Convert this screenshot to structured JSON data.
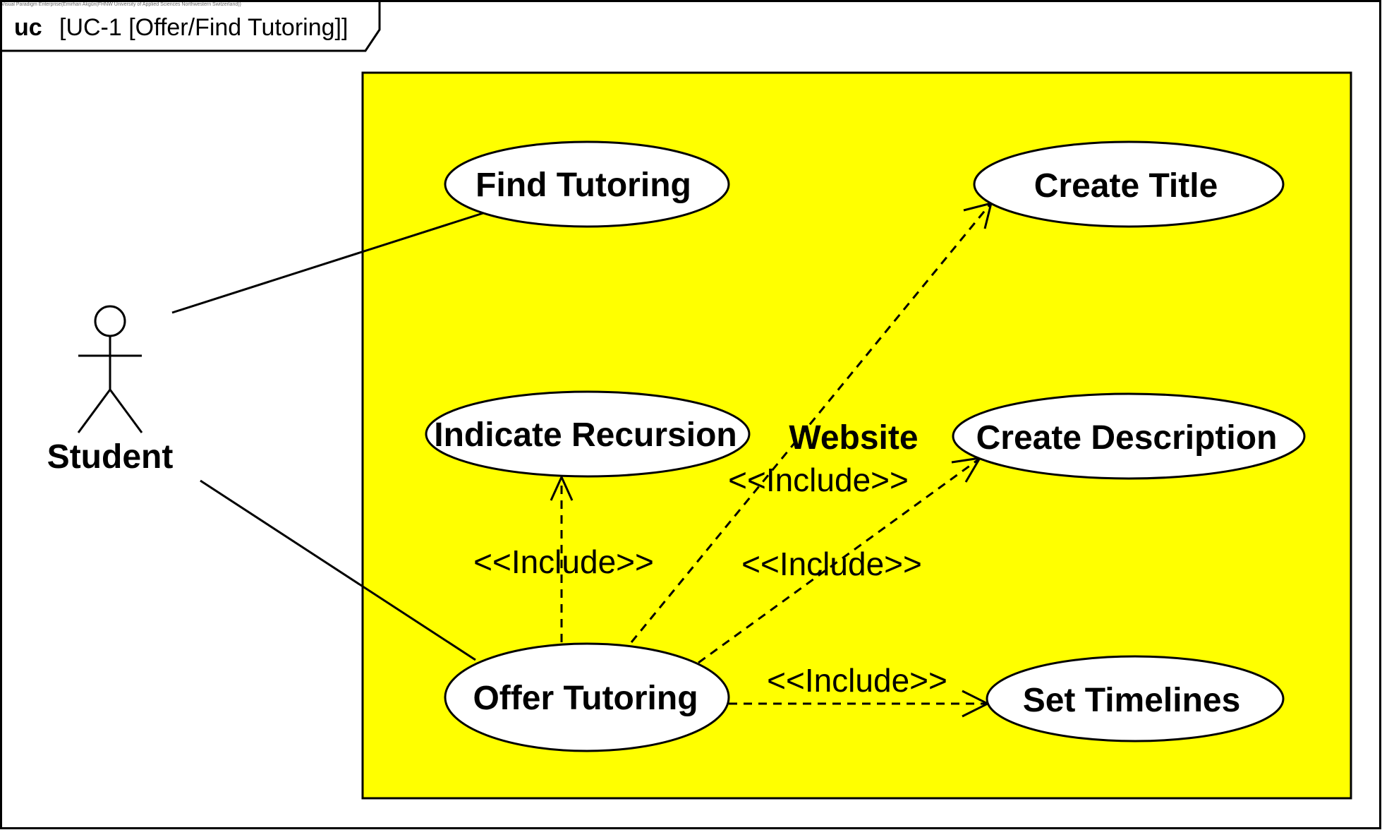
{
  "watermark": "Visual Paradigm Enterprise(Emirhan Akgün(FHNW University of Applied Sciences Northwestern Switzerland))",
  "frame": {
    "keyword": "uc",
    "name": "[UC-1 [Offer/Find Tutoring]]"
  },
  "system": {
    "name": "Website",
    "color": "#ffff00"
  },
  "actor": {
    "name": "Student"
  },
  "use_cases": {
    "find_tutoring": "Find Tutoring",
    "create_title": "Create Title",
    "indicate_recursion": "Indicate Recursion",
    "create_description": "Create Description",
    "offer_tutoring": "Offer Tutoring",
    "set_timelines": "Set Timelines"
  },
  "relationships": {
    "include_recursion": "<<Include>>",
    "include_title": "<<Include>>",
    "include_description": "<<Include>>",
    "include_timelines": "<<Include>>"
  }
}
